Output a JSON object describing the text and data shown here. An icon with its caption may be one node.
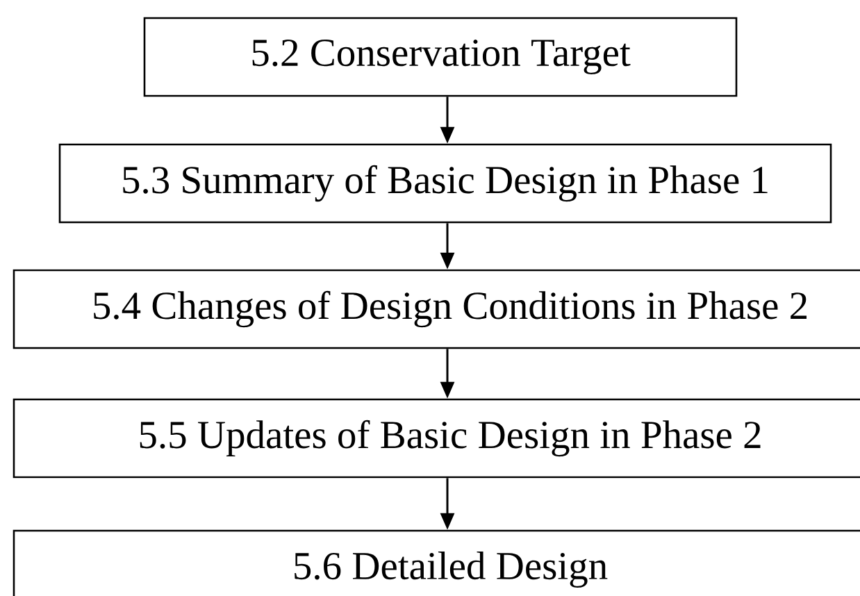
{
  "diagram": {
    "nodes": [
      {
        "text": [
          "5.2 Conservation Target"
        ]
      },
      {
        "text": [
          "5.3 Summary of Basic Design in Phase 1"
        ]
      },
      {
        "text": [
          "5.4 Changes of Design Conditions in Phase 2"
        ]
      },
      {
        "text": [
          "5.5 Updates of Basic Design in Phase 2"
        ]
      },
      {
        "text": [
          "5.6 Detailed Design"
        ]
      }
    ],
    "edges": [
      {
        "from": 0,
        "to": 1,
        "arrow": "to"
      },
      {
        "from": 1,
        "to": 2,
        "arrow": "to"
      },
      {
        "from": 2,
        "to": 3,
        "arrow": "to"
      },
      {
        "from": 3,
        "to": 4,
        "arrow": "to"
      }
    ]
  }
}
